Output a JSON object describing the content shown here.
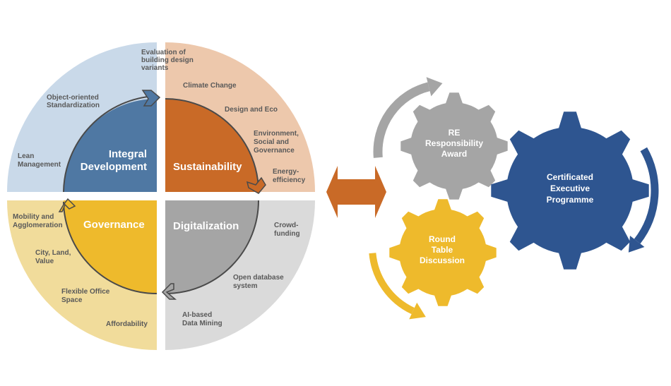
{
  "colors": {
    "integral_outer": "#C9D9E9",
    "integral_inner": "#4F78A3",
    "sustainability_outer": "#EDC8AC",
    "sustainability_inner": "#C96A27",
    "digitalization_outer": "#DADADA",
    "digitalization_inner": "#A5A5A5",
    "governance_outer": "#F1DC9B",
    "governance_inner": "#EEBA2C",
    "label_text": "#595959",
    "double_arrow": "#C96A27",
    "gear_award": "#A5A5A5",
    "gear_round_table": "#EEBA2C",
    "gear_executive": "#2E5590"
  },
  "quadrants": {
    "integral": {
      "title_line1": "Integral",
      "title_line2": "Development",
      "topics": [
        [
          "Evaluation of",
          "building design",
          "variants"
        ],
        [
          "Object-oriented",
          "Standardization"
        ],
        [
          "Lean",
          "Management"
        ]
      ]
    },
    "sustainability": {
      "title": "Sustainability",
      "topics": [
        [
          "Climate Change"
        ],
        [
          "Design and Eco"
        ],
        [
          "Environment,",
          "Social and",
          "Governance"
        ],
        [
          "Energy-",
          "efficiency"
        ]
      ]
    },
    "digitalization": {
      "title": "Digitalization",
      "topics": [
        [
          "Crowd-",
          "funding"
        ],
        [
          "Open database",
          "system"
        ],
        [
          "AI-based",
          "Data Mining"
        ]
      ]
    },
    "governance": {
      "title": "Governance",
      "topics": [
        [
          "Mobility and",
          "Agglomeration"
        ],
        [
          "City, Land,",
          "Value"
        ],
        [
          "Flexible Office",
          "Space"
        ],
        [
          "Affordability"
        ]
      ]
    }
  },
  "gears": {
    "award": [
      "RE",
      "Responsibility",
      "Award"
    ],
    "round_table": [
      "Round",
      "Table",
      "Discussion"
    ],
    "executive": [
      "Certificated",
      "Executive",
      "Programme"
    ]
  }
}
